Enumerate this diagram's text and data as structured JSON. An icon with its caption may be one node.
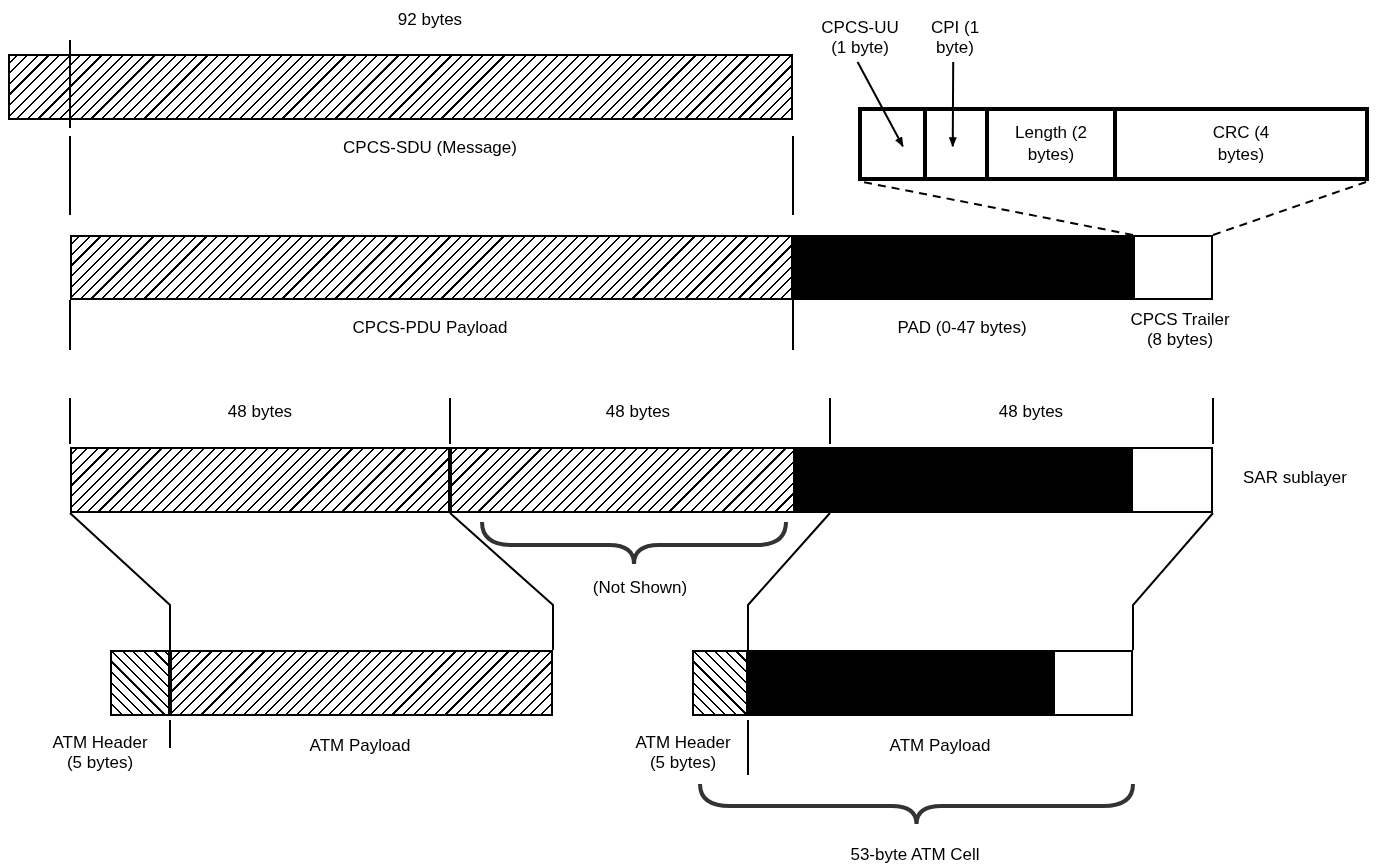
{
  "diagram": {
    "nodes": [
      {
        "text": [
          "CPCS-UU (1 byte)"
        ]
      },
      {
        "text": [
          "CPI (1 byte)"
        ]
      },
      {
        "text": [],
        "shape": "box"
      },
      {
        "text": [],
        "shape": "box",
        "in": 2
      },
      {
        "text": [],
        "shape": "box",
        "in": 2
      },
      {
        "text": [
          "Length (2 bytes)"
        ],
        "in": 2
      },
      {
        "text": [
          "CRC (4 bytes)"
        ],
        "in": 2
      },
      {
        "text": [],
        "shape": "bar",
        "beside": [
          "92 bytes",
          "CPCS-SDU (Message)"
        ]
      },
      {
        "text": [],
        "shape": "bar",
        "beside": [
          "CPCS-PDU Payload"
        ]
      },
      {
        "text": [],
        "shape": "bar",
        "beside": [
          "PAD (0-47 bytes)"
        ]
      },
      {
        "text": [],
        "shape": "bar",
        "beside": [
          "CPCS Trailer (8 bytes)"
        ]
      },
      {
        "text": [],
        "shape": "bar",
        "beside": [
          "48 bytes"
        ]
      },
      {
        "text": [],
        "shape": "bar",
        "beside": [
          "48 bytes"
        ]
      },
      {
        "text": [],
        "shape": "bar",
        "beside": [
          "48 bytes"
        ]
      },
      {
        "text": [],
        "shape": "bar",
        "beside": [
          "ATM Header (5 bytes)"
        ]
      },
      {
        "text": [],
        "shape": "bar",
        "beside": [
          "ATM Payload"
        ]
      },
      {
        "text": [],
        "shape": "bar",
        "beside": [
          "ATM Header (5 bytes)"
        ]
      },
      {
        "text": [],
        "shape": "bar",
        "beside": [
          "ATM Payload"
        ]
      }
    ],
    "edges": [
      {
        "from": 0,
        "to": 3,
        "arrow": "to"
      },
      {
        "from": 1,
        "to": 4,
        "arrow": "to"
      },
      {
        "from": 10,
        "to": 2,
        "arrow": "none",
        "style": "dashed"
      },
      {
        "from": 10,
        "to": 2,
        "arrow": "none",
        "style": "dashed"
      },
      {
        "from": 11,
        "to": 15,
        "arrow": "none"
      },
      {
        "from": 11,
        "to": 15,
        "arrow": "none"
      },
      {
        "from": 13,
        "to": 17,
        "arrow": "none"
      },
      {
        "from": 13,
        "to": 17,
        "arrow": "none"
      }
    ],
    "labels": [
      "SAR sublayer",
      "(Not Shown)",
      "53-byte ATM Cell"
    ]
  }
}
